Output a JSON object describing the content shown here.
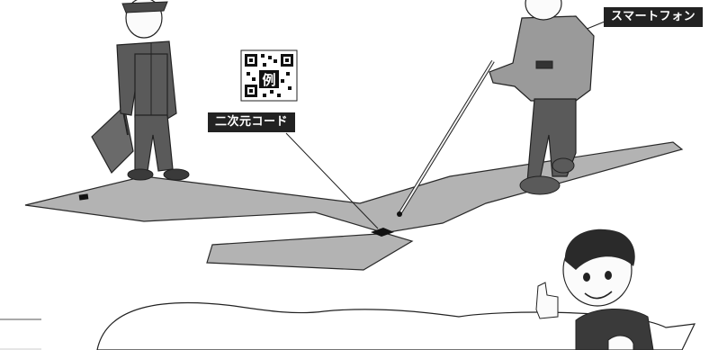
{
  "labels": {
    "qr_code": "二次元コード",
    "smartphone": "スマートフォン"
  },
  "qr_sample_text": "例",
  "colors": {
    "walkway": "#b3b3b3",
    "label_bg": "#222222",
    "outline": "#2a2a2a",
    "suit": "#5a5a5a",
    "jacket": "#9a9a9a",
    "skin": "#fbfbfb"
  }
}
